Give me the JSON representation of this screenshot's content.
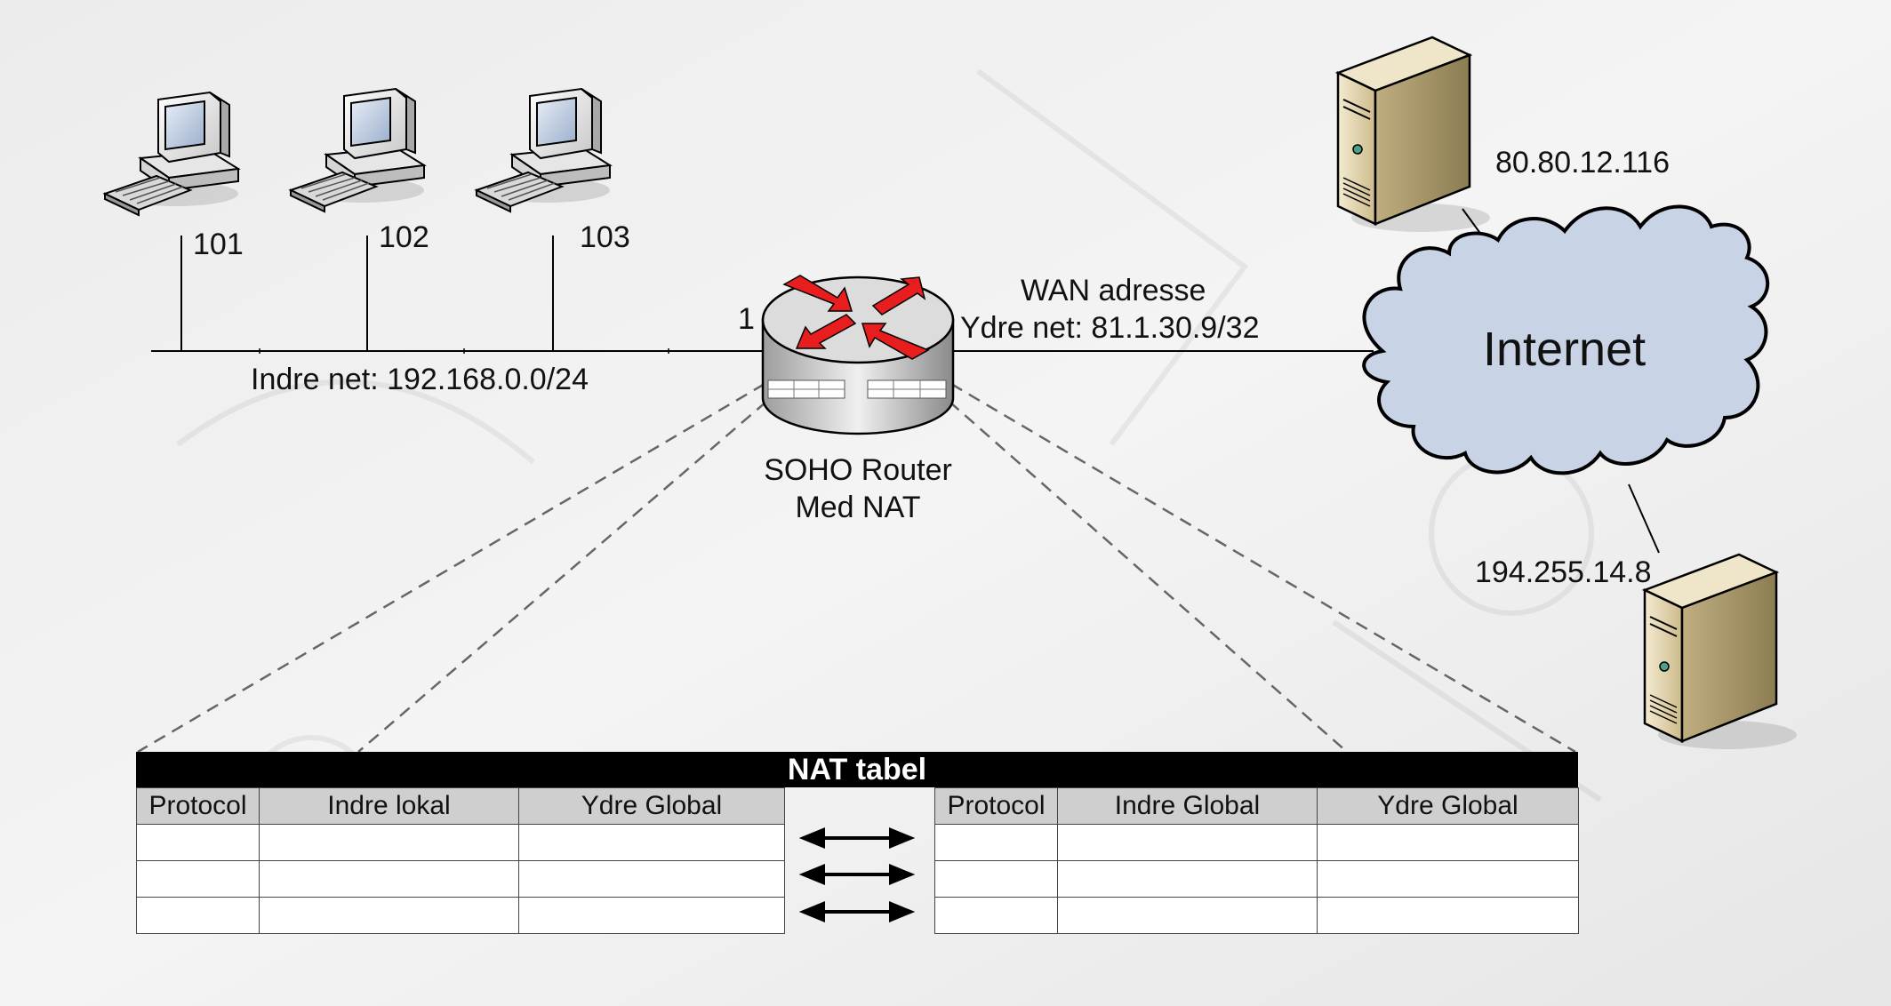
{
  "computers": [
    {
      "label": "101"
    },
    {
      "label": "102"
    },
    {
      "label": "103"
    }
  ],
  "inner_net": "Indre net: 192.168.0.0/24",
  "router": {
    "port": "1",
    "name_line1": "SOHO Router",
    "name_line2": "Med NAT",
    "wan_line1": "WAN adresse",
    "wan_line2": "Ydre net: 81.1.30.9/32"
  },
  "internet": {
    "label": "Internet",
    "fill": "#c8d3e6"
  },
  "servers": [
    {
      "ip": "80.80.12.116"
    },
    {
      "ip": "194.255.14.8"
    }
  ],
  "nat_table": {
    "title": "NAT tabel",
    "left_headers": [
      "Protocol",
      "Indre lokal",
      "Ydre Global"
    ],
    "right_headers": [
      "Protocol",
      "Indre Global",
      "Ydre Global"
    ],
    "rows": 3
  },
  "colors": {
    "arrow_red": "#e81e1e",
    "router_gray": "#c9c9c9",
    "server_beige": "#d8c9a0"
  }
}
